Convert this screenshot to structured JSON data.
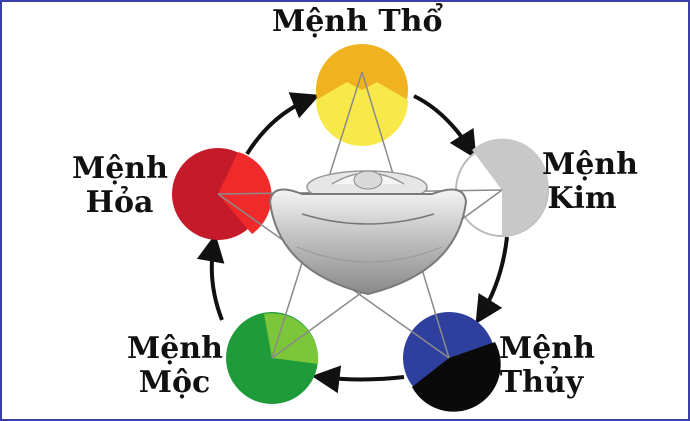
{
  "elements": {
    "tho": {
      "label_line1": "Mệnh Thổ",
      "label_line2": "",
      "color_light": "#f7e94a",
      "color_dark": "#f0b21e",
      "icon": "earth-circle"
    },
    "kim": {
      "label_line1": "Mệnh",
      "label_line2": "Kim",
      "color_light": "#ffffff",
      "color_dark": "#c8c8c8",
      "icon": "metal-circle"
    },
    "thuy": {
      "label_line1": "Mệnh",
      "label_line2": "Thủy",
      "color_light": "#2e3f9e",
      "color_dark": "#0a0a0a",
      "icon": "water-circle"
    },
    "moc": {
      "label_line1": "Mệnh",
      "label_line2": "Mộc",
      "color_light": "#7cc63a",
      "color_dark": "#1f9b3a",
      "icon": "wood-circle"
    },
    "hoa": {
      "label_line1": "Mệnh",
      "label_line2": "Hỏa",
      "color_light": "#f02a2a",
      "color_dark": "#c41a2a",
      "icon": "fire-circle"
    }
  },
  "center_icon": "silver-ingot-icon",
  "colors": {
    "border": "#3a3ea8",
    "arrow": "#111111",
    "star": "#8a8a8a"
  }
}
